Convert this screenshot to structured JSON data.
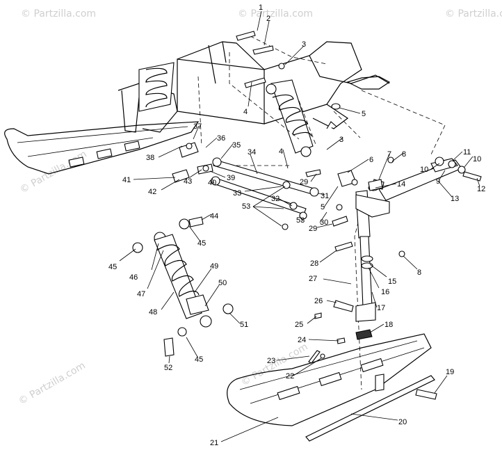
{
  "watermarks": [
    "© Partzilla.com",
    "© Partzilla.com",
    "© Partzilla.com",
    "© Partzilla.com",
    "© Partzilla.com",
    "© Partzilla.com"
  ],
  "callouts": [
    {
      "id": "c1",
      "text": "1"
    },
    {
      "id": "c2",
      "text": "2"
    },
    {
      "id": "c3a",
      "text": "3"
    },
    {
      "id": "c4a",
      "text": "4"
    },
    {
      "id": "c5a",
      "text": "5"
    },
    {
      "id": "c3b",
      "text": "3"
    },
    {
      "id": "c4b",
      "text": "4"
    },
    {
      "id": "c6",
      "text": "6"
    },
    {
      "id": "c7",
      "text": "7"
    },
    {
      "id": "c8a",
      "text": "8"
    },
    {
      "id": "c10a",
      "text": "10"
    },
    {
      "id": "c11",
      "text": "11"
    },
    {
      "id": "c10b",
      "text": "10"
    },
    {
      "id": "c9",
      "text": "9"
    },
    {
      "id": "c12",
      "text": "12"
    },
    {
      "id": "c13",
      "text": "13"
    },
    {
      "id": "c14",
      "text": "14"
    },
    {
      "id": "c37",
      "text": "37"
    },
    {
      "id": "c36",
      "text": "36"
    },
    {
      "id": "c35",
      "text": "35"
    },
    {
      "id": "c38",
      "text": "38"
    },
    {
      "id": "c34",
      "text": "34"
    },
    {
      "id": "c41",
      "text": "41"
    },
    {
      "id": "c42",
      "text": "42"
    },
    {
      "id": "c39",
      "text": "39"
    },
    {
      "id": "c43",
      "text": "43"
    },
    {
      "id": "c40",
      "text": "40"
    },
    {
      "id": "c29a",
      "text": "29"
    },
    {
      "id": "c31",
      "text": "31"
    },
    {
      "id": "c5b",
      "text": "5"
    },
    {
      "id": "c33",
      "text": "33"
    },
    {
      "id": "c32",
      "text": "32"
    },
    {
      "id": "c30",
      "text": "30"
    },
    {
      "id": "c53a",
      "text": "53"
    },
    {
      "id": "c53b",
      "text": "53"
    },
    {
      "id": "c29b",
      "text": "29"
    },
    {
      "id": "c44",
      "text": "44"
    },
    {
      "id": "c45a",
      "text": "45"
    },
    {
      "id": "c45b",
      "text": "45"
    },
    {
      "id": "c46",
      "text": "46"
    },
    {
      "id": "c47",
      "text": "47"
    },
    {
      "id": "c49",
      "text": "49"
    },
    {
      "id": "c50",
      "text": "50"
    },
    {
      "id": "c48",
      "text": "48"
    },
    {
      "id": "c51",
      "text": "51"
    },
    {
      "id": "c52",
      "text": "52"
    },
    {
      "id": "c45c",
      "text": "45"
    },
    {
      "id": "c28",
      "text": "28"
    },
    {
      "id": "c8b",
      "text": "8"
    },
    {
      "id": "c27",
      "text": "27"
    },
    {
      "id": "c15",
      "text": "15"
    },
    {
      "id": "c16",
      "text": "16"
    },
    {
      "id": "c26",
      "text": "26"
    },
    {
      "id": "c17",
      "text": "17"
    },
    {
      "id": "c25",
      "text": "25"
    },
    {
      "id": "c18",
      "text": "18"
    },
    {
      "id": "c24",
      "text": "24"
    },
    {
      "id": "c23",
      "text": "23"
    },
    {
      "id": "c22",
      "text": "22"
    },
    {
      "id": "c19",
      "text": "19"
    },
    {
      "id": "c20",
      "text": "20"
    },
    {
      "id": "c21",
      "text": "21"
    }
  ]
}
